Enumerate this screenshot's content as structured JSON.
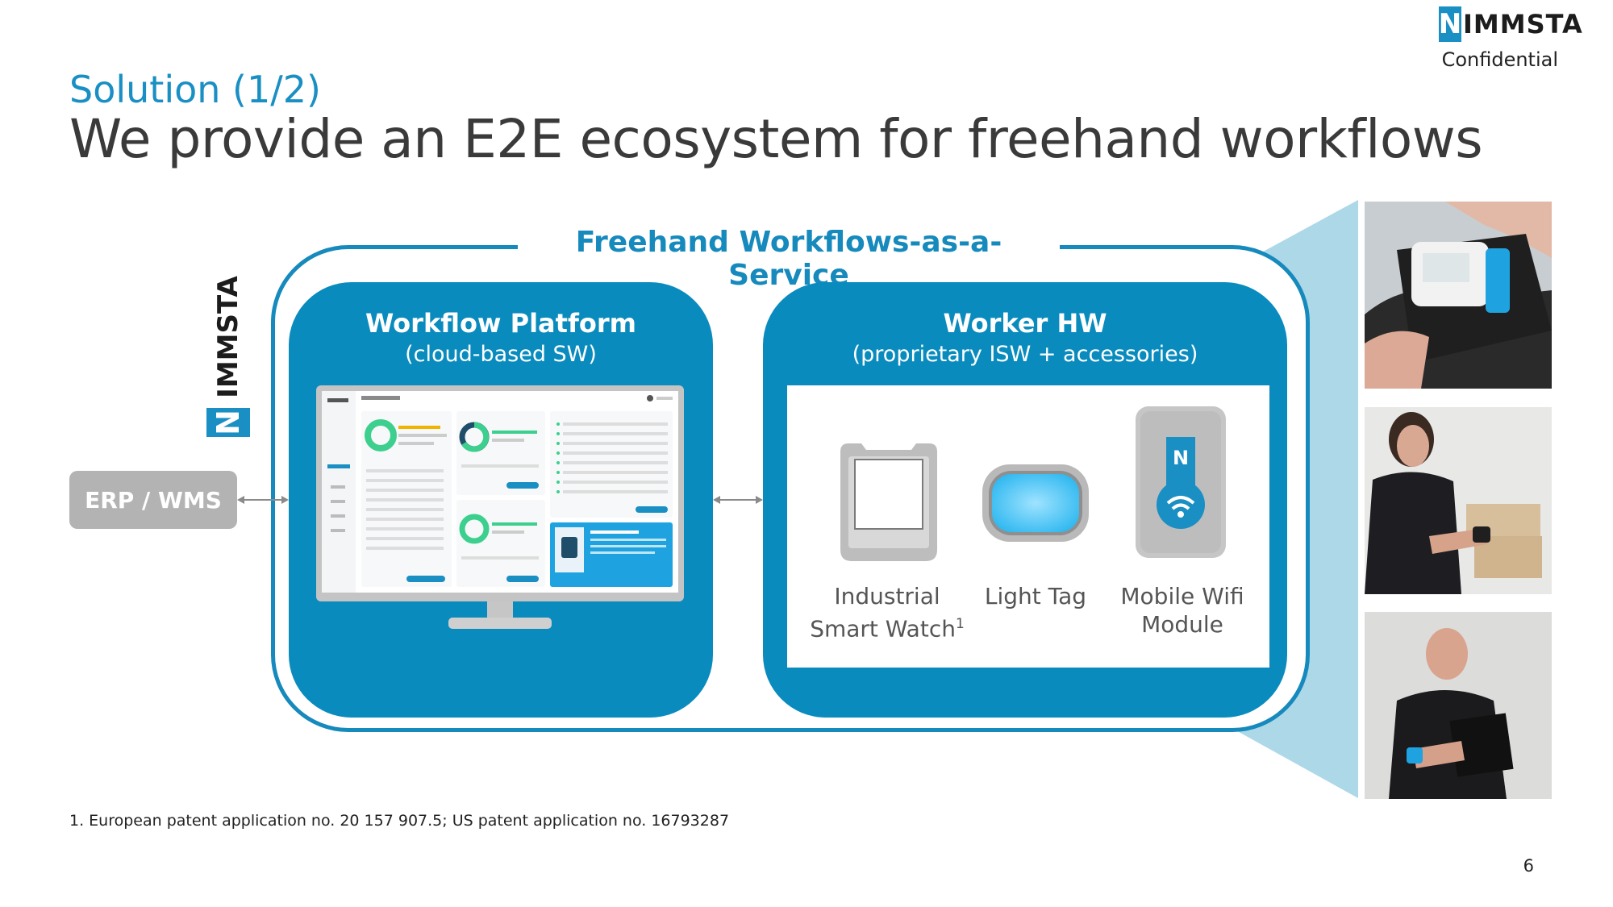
{
  "header": {
    "logo_initial": "N",
    "logo_rest": "IMMSTA",
    "confidential": "Confidential",
    "subtitle": "Solution (1/2)",
    "title": "We provide an E2E ecosystem for freehand workflows"
  },
  "diagram": {
    "service_label": "Freehand Workflows-as-a-Service",
    "vertical_logo_initial": "N",
    "vertical_logo_rest": "IMMSTA",
    "erp_label": "ERP / WMS",
    "workflow_panel": {
      "title": "Workflow Platform",
      "subtitle": "(cloud-based SW)"
    },
    "worker_panel": {
      "title": "Worker HW",
      "subtitle": "(proprietary ISW + accessories)",
      "devices": [
        {
          "line1": "Industrial",
          "line2": "Smart Watch",
          "sup": "1"
        },
        {
          "line1": "Light Tag"
        },
        {
          "line1": "Mobile Wifi",
          "line2": "Module"
        }
      ]
    }
  },
  "footnote": "1. European patent application no. 20 157 907.5; US patent application no. 16793287",
  "page_number": "6",
  "colors": {
    "brand_blue": "#0a8bbe",
    "frame_blue": "#1689bd",
    "light_blue": "#add8e8",
    "erp_gray": "#b3b3b3"
  }
}
